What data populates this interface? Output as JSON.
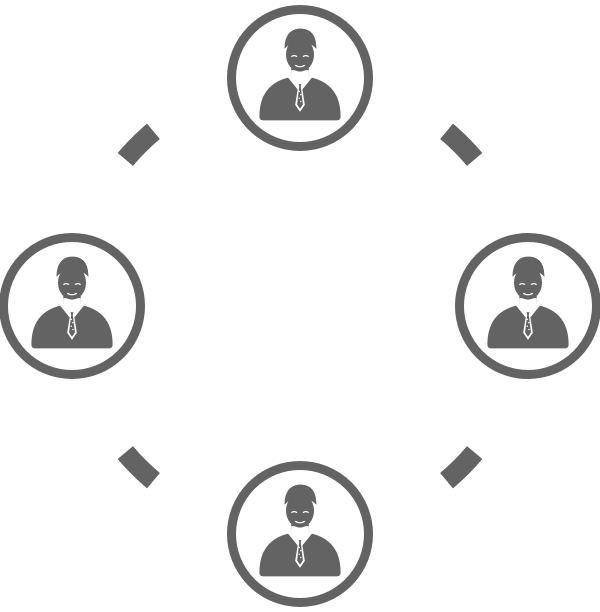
{
  "diagram": {
    "type": "person-network-cycle",
    "icon": "businessman-icon",
    "color": "#636363",
    "background": "#ffffff",
    "nodes": [
      {
        "id": "top",
        "icon": "businessman-icon"
      },
      {
        "id": "right",
        "icon": "businessman-icon"
      },
      {
        "id": "bottom",
        "icon": "businessman-icon"
      },
      {
        "id": "left",
        "icon": "businessman-icon"
      }
    ],
    "connectors": [
      {
        "from": "top",
        "to": "right"
      },
      {
        "from": "right",
        "to": "bottom"
      },
      {
        "from": "bottom",
        "to": "left"
      },
      {
        "from": "left",
        "to": "top"
      }
    ]
  }
}
